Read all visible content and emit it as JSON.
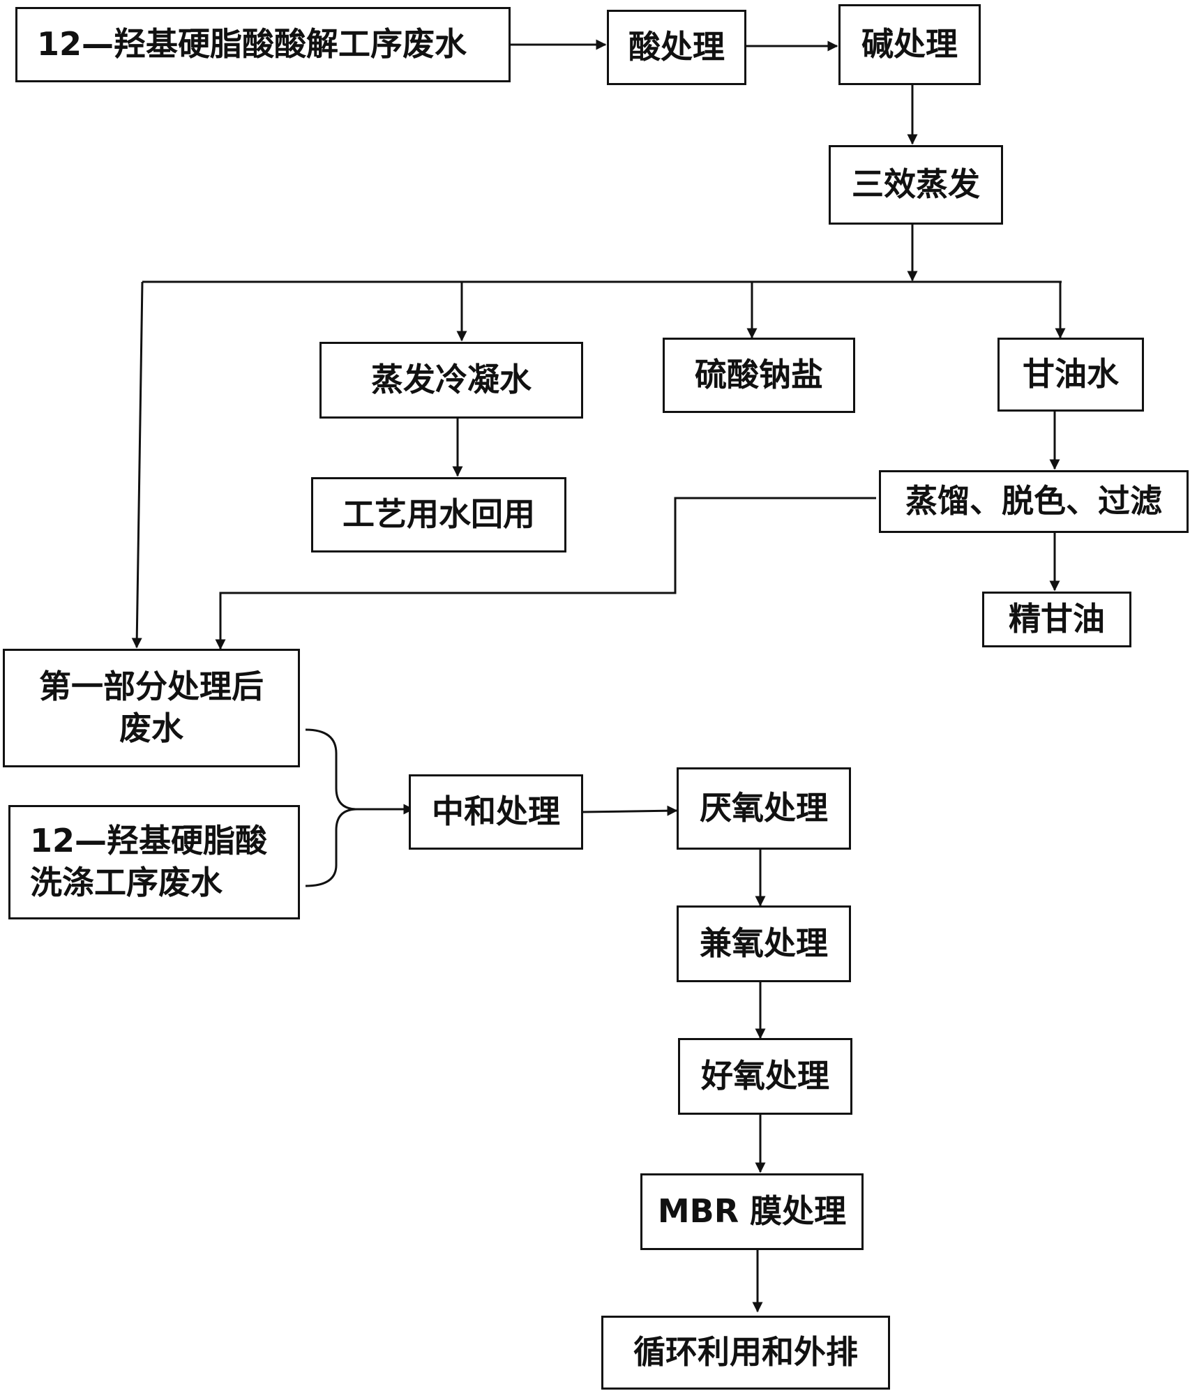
{
  "nodes": {
    "acidolysis_wastewater": "12—羟基硬脂酸酸解工序废水",
    "acid_treatment": "酸处理",
    "alkali_treatment": "碱处理",
    "triple_evaporation": "三效蒸发",
    "evaporation_condensate": "蒸发冷凝水",
    "sodium_sulfate": "硫酸钠盐",
    "glycerin_water": "甘油水",
    "process_water_reuse": "工艺用水回用",
    "distill_decolor_filter": "蒸馏、脱色、过滤",
    "refined_glycerin": "精甘油",
    "first_part_wastewater_line1": "第一部分处理后",
    "first_part_wastewater_line2": "废水",
    "washing_wastewater_line1": "12—羟基硬脂酸",
    "washing_wastewater_line2": "洗涤工序废水",
    "neutralization": "中和处理",
    "anaerobic": "厌氧处理",
    "anoxic": "兼氧处理",
    "aerobic": "好氧处理",
    "mbr": "MBR 膜处理",
    "recycle_discharge": "循环利用和外排"
  }
}
